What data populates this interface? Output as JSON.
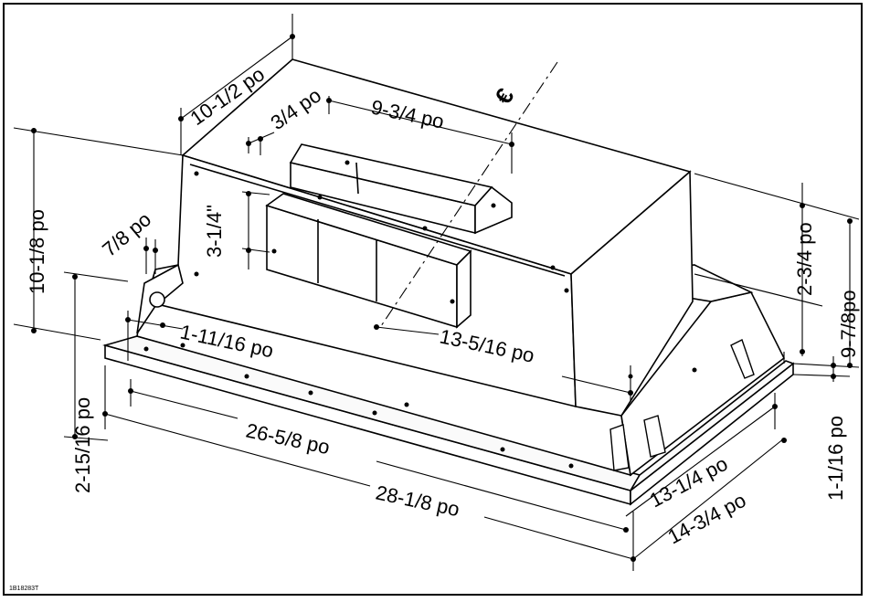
{
  "diagram": {
    "centerline_symbol": "€",
    "reference_code": "1B18283T",
    "dimensions": {
      "hood_depth_top": "10-1/2 po",
      "duct_offset": "3/4 po",
      "duct_width": "9-3/4 po",
      "overall_height": "10-1/8 po",
      "side_flange": "7/8 po",
      "opening_height": "3-1/4\"",
      "side_offset": "1-11/16 po",
      "opening_width": "13-5/16 po",
      "liner_height": "2-3/4 po",
      "total_height": "9-7/8po",
      "front_height": "2-15/16 po",
      "inner_width": "26-5/8 po",
      "outer_width": "28-1/8 po",
      "inner_depth": "13-1/4 po",
      "outer_depth": "14-3/4 po",
      "flange_height": "1-1/16 po"
    }
  }
}
